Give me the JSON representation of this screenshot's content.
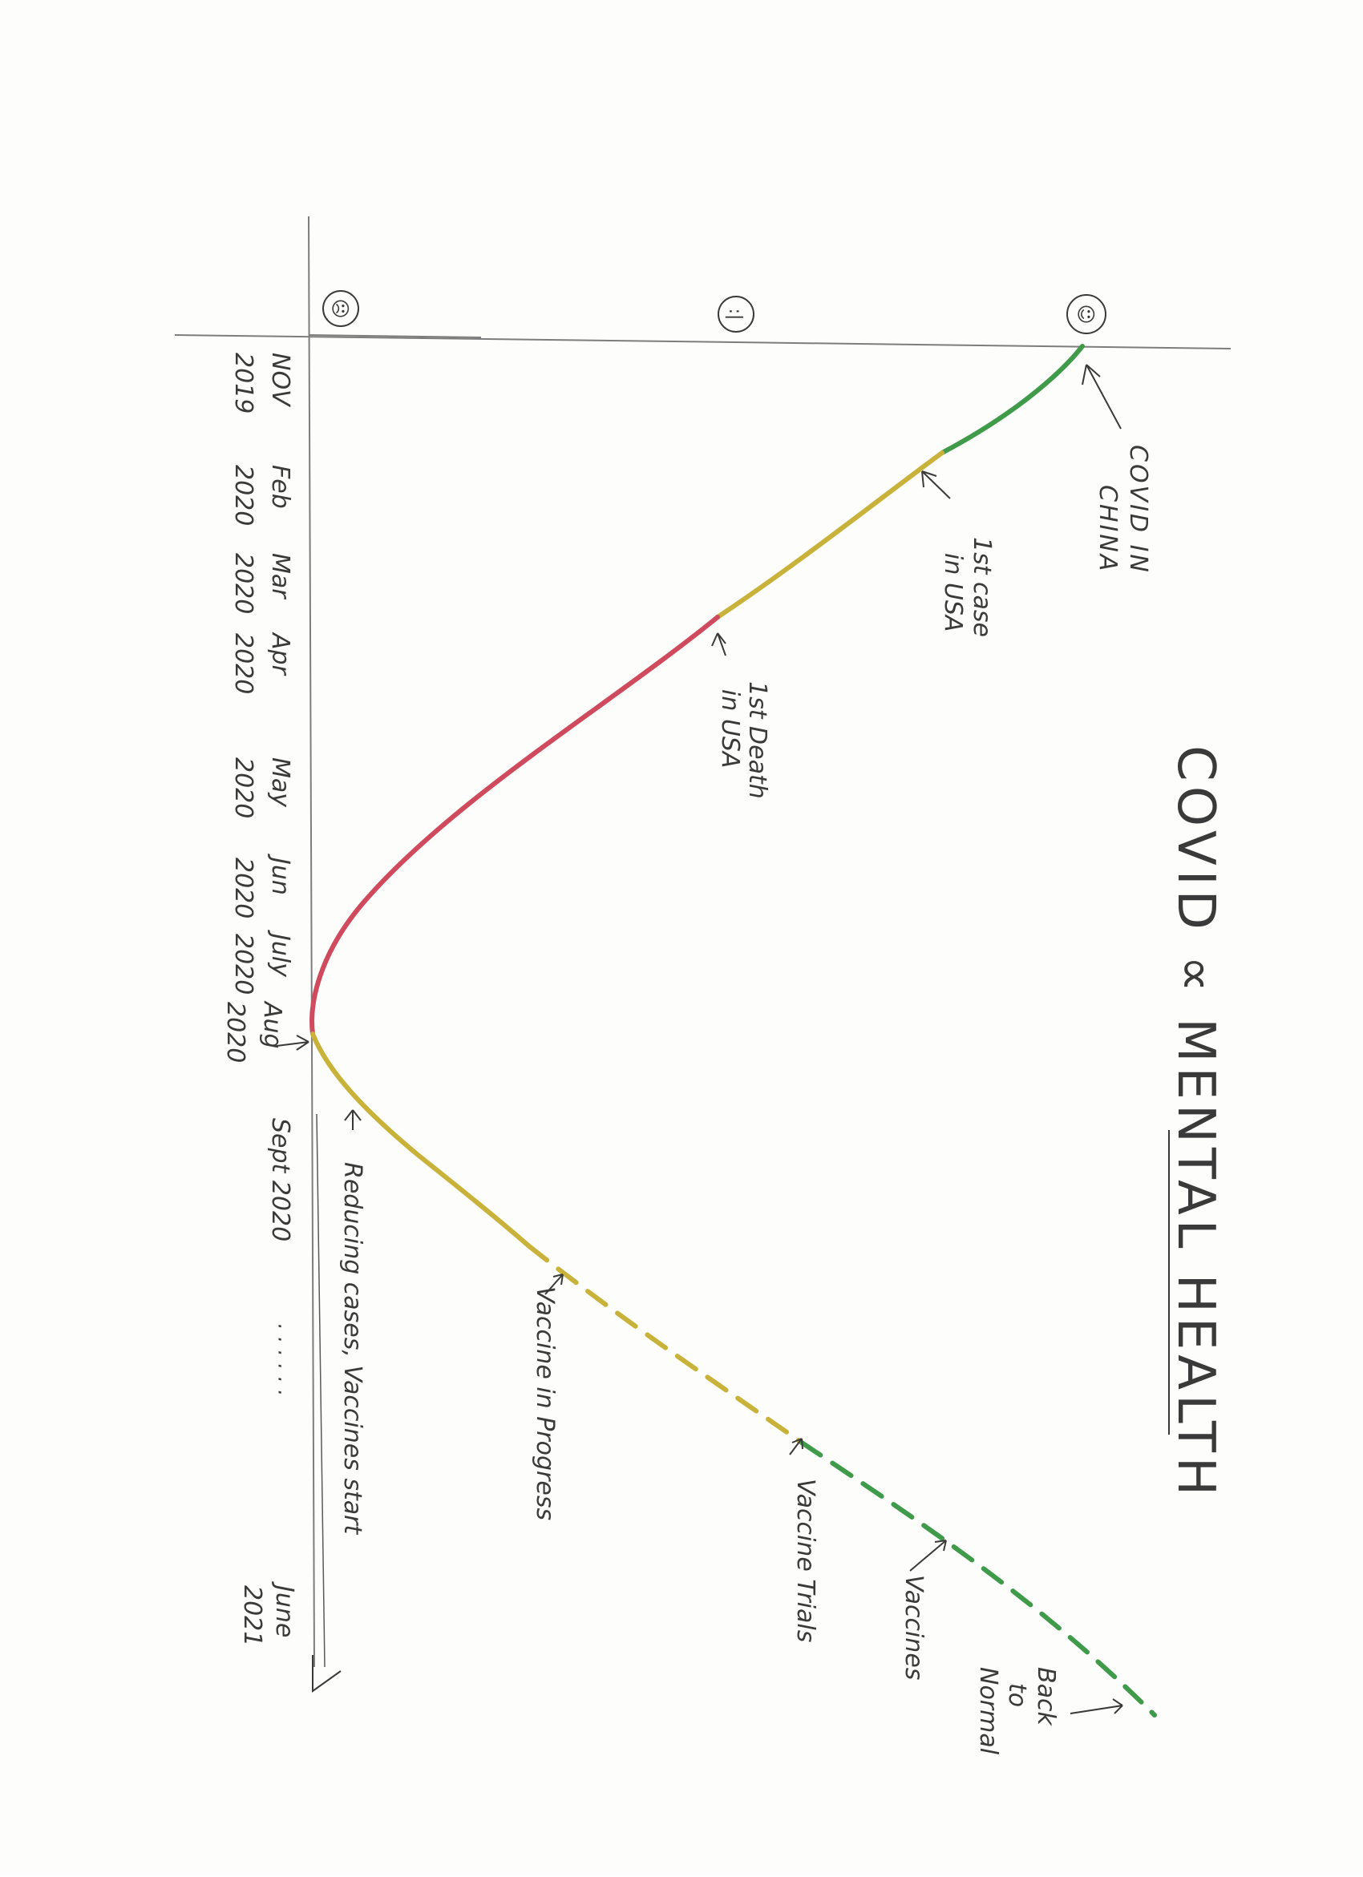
{
  "title": "COVID ∝ MENTAL HEALTH",
  "mood_axis": {
    "faces": [
      "☹",
      ":|",
      "☺"
    ]
  },
  "time_axis": {
    "ticks": [
      {
        "month": "NOV",
        "year": "2019"
      },
      {
        "month": "Feb",
        "year": "2020"
      },
      {
        "month": "Mar",
        "year": "2020"
      },
      {
        "month": "Apr",
        "year": "2020"
      },
      {
        "month": "May",
        "year": "2020"
      },
      {
        "month": "Jun",
        "year": "2020"
      },
      {
        "month": "July",
        "year": "2020"
      },
      {
        "month": "Aug",
        "year": "2020"
      },
      {
        "month": "Sept 2020",
        "year": ""
      },
      {
        "month": "June",
        "year": "2021"
      }
    ],
    "ellipsis": "· · · · · ·"
  },
  "annotations": {
    "covid_china": [
      "COVID IN",
      "CHINA"
    ],
    "first_case": [
      "1st case",
      "in USA"
    ],
    "first_death": [
      "1st Death",
      "in USA"
    ],
    "reducing": "Reducing cases, Vaccines start",
    "vaccine_progress": "Vaccine in Progress",
    "vaccine_trials": "Vaccine Trials",
    "vaccines": "Vaccines",
    "back_normal": [
      "Back",
      "to",
      "Normal"
    ]
  },
  "colors": {
    "axis": "#7d7d7d",
    "green": "#3f9a4a",
    "yellow": "#c8b23a",
    "red": "#d04a5e",
    "pencil": "#3a3a3a"
  }
}
